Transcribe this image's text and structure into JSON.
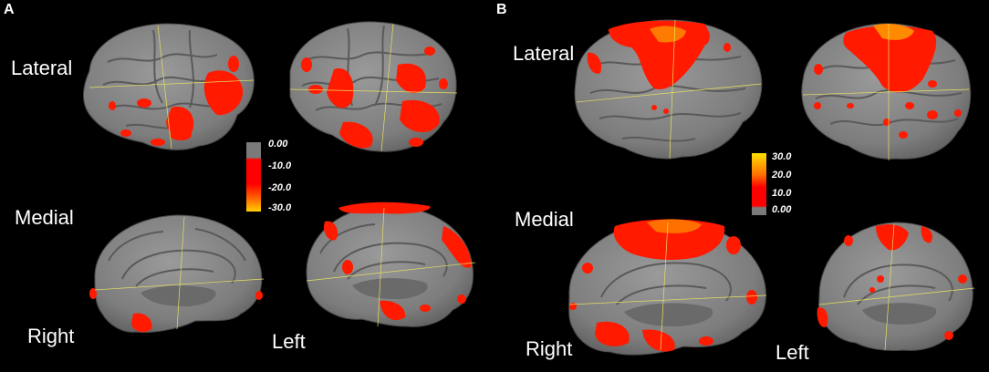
{
  "panels": [
    {
      "letter": "A",
      "labels": {
        "lateral": "Lateral",
        "medial": "Medial",
        "right": "Right",
        "left": "Left"
      },
      "colorbar": {
        "ticks": [
          "0.00",
          "-10.0",
          "-20.0",
          "-30.0"
        ],
        "colors": [
          "#7a7a7a",
          "#ff0000",
          "#ff6000",
          "#ffd000"
        ]
      }
    },
    {
      "letter": "B",
      "labels": {
        "lateral": "Lateral",
        "medial": "Medial",
        "right": "Right",
        "left": "Left"
      },
      "colorbar": {
        "ticks": [
          "30.0",
          "20.0",
          "10.0",
          "0.00"
        ],
        "colors": [
          "#ffe000",
          "#ff7000",
          "#ff0000",
          "#7a7a7a"
        ]
      }
    }
  ]
}
